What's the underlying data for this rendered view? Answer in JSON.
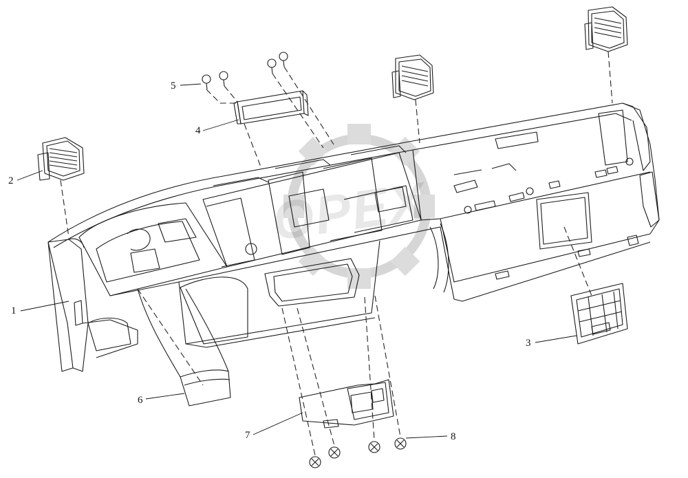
{
  "diagram": {
    "callouts": [
      {
        "id": "1",
        "label": "1"
      },
      {
        "id": "2",
        "label": "2"
      },
      {
        "id": "3",
        "label": "3"
      },
      {
        "id": "4",
        "label": "4"
      },
      {
        "id": "5",
        "label": "5"
      },
      {
        "id": "6",
        "label": "6"
      },
      {
        "id": "7",
        "label": "7"
      },
      {
        "id": "8",
        "label": "8"
      }
    ],
    "watermark_text": "OPEX",
    "colors": {
      "line": "#1a1a1a",
      "dash": "#222222",
      "watermark": "#d8d8d8"
    }
  }
}
